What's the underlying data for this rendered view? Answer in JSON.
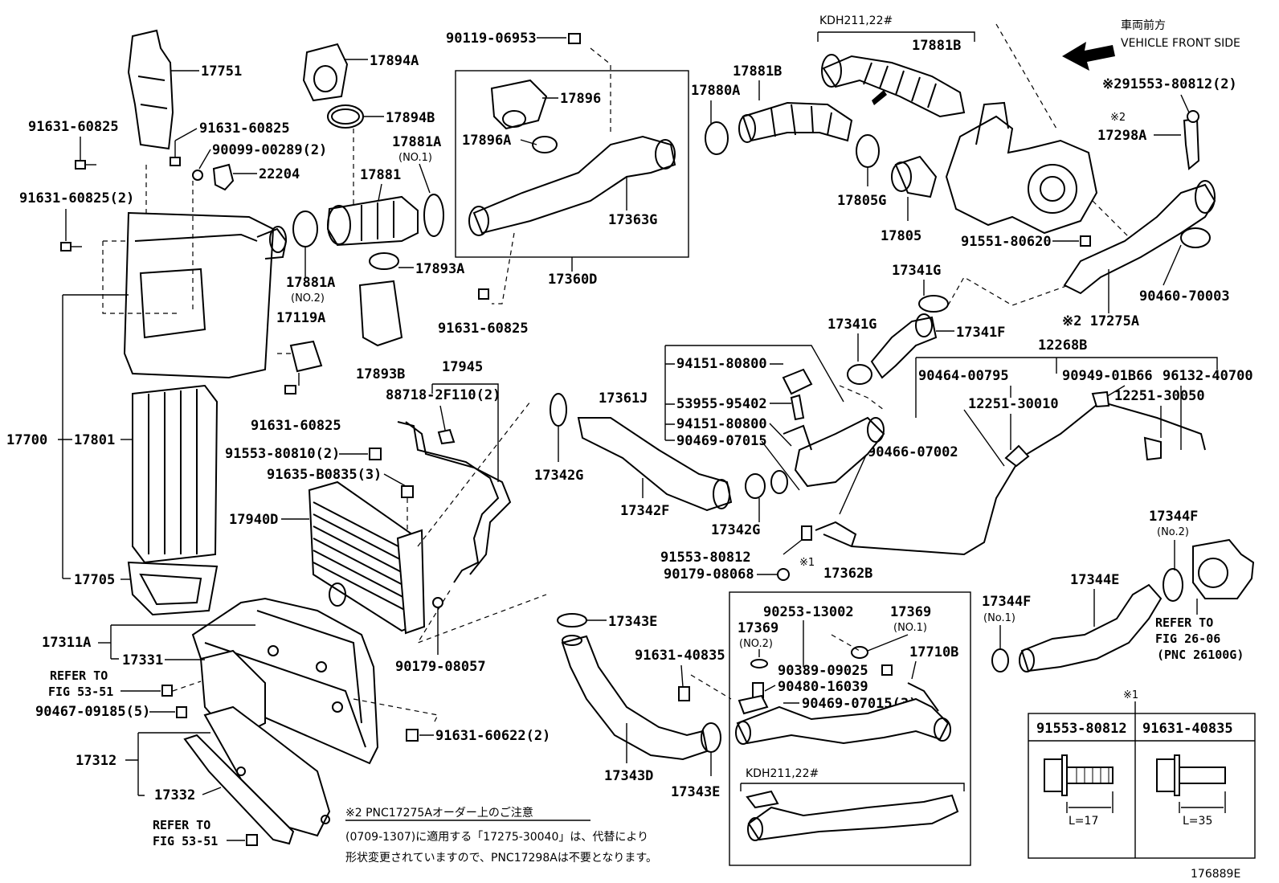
{
  "front": {
    "jp": "車両前方",
    "en": "VEHICLE FRONT SIDE"
  },
  "figure_id": "176889E",
  "note": {
    "title": "※2 PNC17275Aオーダー上のご注意",
    "line1": "(0709-1307)に適用する「17275-30040」は、代替により",
    "line2": "形状変更されていますので、PNC17298Aは不要となります。"
  },
  "table": {
    "mark": "※1",
    "col1": "91553-80812",
    "col2": "91631-40835",
    "len1": "L=17",
    "len2": "L=35"
  },
  "labels": {
    "l17751": "17751",
    "l91631_60825_a": "91631-60825",
    "l91631_60825_b": "91631-60825",
    "l90099": "90099-00289(2)",
    "l22204": "22204",
    "l91631_60825_2": "91631-60825(2)",
    "l17894A": "17894A",
    "l17894B": "17894B",
    "l17881A_1": "17881A",
    "l17881A_1s": "(NO.1)",
    "l17881": "17881",
    "l17881A_2": "17881A",
    "l17881A_2s": "(NO.2)",
    "l17893A": "17893A",
    "l17119A": "17119A",
    "l17893B": "17893B",
    "l91631_60825_c": "91631-60825",
    "l90119": "90119-06953",
    "l17896": "17896",
    "l17896A": "17896A",
    "l17363G": "17363G",
    "l17360D": "17360D",
    "l91631_60825_d": "91631-60825",
    "kdh_top": "KDH211,22#",
    "l17881B_a": "17881B",
    "l17881B_b": "17881B",
    "l17880A": "17880A",
    "l17805G": "17805G",
    "l17805": "17805",
    "l291553": "※291553-80812(2)",
    "l17298A_m": "※2",
    "l17298A": "17298A",
    "l91551": "91551-80620",
    "l90460": "90460-70003",
    "l17275A": "※2 17275A",
    "l17341G_a": "17341G",
    "l17341G_b": "17341G",
    "l17341F": "17341F",
    "l12268B": "12268B",
    "l94151_a": "94151-80800",
    "l17361J": "17361J",
    "l53955": "53955-95402",
    "l94151_b": "94151-80800",
    "l90469_a": "90469-07015",
    "l90464": "90464-00795",
    "l12251_a": "12251-30010",
    "l90949": "90949-01B66",
    "l96132": "96132-40700",
    "l12251_b": "12251-30050",
    "l90466": "90466-07002",
    "l17945": "17945",
    "l88718": "88718-2F110(2)",
    "l91553_80810": "91553-80810(2)",
    "l91635": "91635-B0835(3)",
    "l17940D": "17940D",
    "l17700": "17700",
    "l17801": "17801",
    "l17705": "17705",
    "l17342G_a": "17342G",
    "l17342F": "17342F",
    "l17342G_b": "17342G",
    "l91553_80812": "91553-80812",
    "l90179_a": "90179-08068",
    "l_mark1": "※1",
    "l17362B": "17362B",
    "l90253": "90253-13002",
    "l17369_2": "17369",
    "l17369_2s": "(NO.2)",
    "l17369_1": "17369",
    "l17369_1s": "(NO.1)",
    "l17710B": "17710B",
    "l90389": "90389-09025",
    "l90480": "90480-16039",
    "l90469_3": "90469-07015(3)",
    "kdh_bottom": "KDH211,22#",
    "l17344F_2": "17344F",
    "l17344F_2s": "(No.2)",
    "l17344E": "17344E",
    "l17344F_1": "17344F",
    "l17344F_1s": "(No.1)",
    "ref_26_a": "REFER TO",
    "ref_26_b": "FIG 26-06",
    "ref_26_c": "(PNC 26100G)",
    "l17311A": "17311A",
    "l17331": "17331",
    "ref53a_1": "REFER TO",
    "ref53a_2": "FIG 53-51",
    "l90467": "90467-09185(5)",
    "l91631_60622": "91631-60622(2)",
    "l17312": "17312",
    "l17332": "17332",
    "ref53b_1": "REFER TO",
    "ref53b_2": "FIG 53-51",
    "l90179_b": "90179-08057",
    "l17343E_a": "17343E",
    "l91631_40835": "91631-40835",
    "l17343D": "17343D",
    "l17343E_b": "17343E"
  }
}
